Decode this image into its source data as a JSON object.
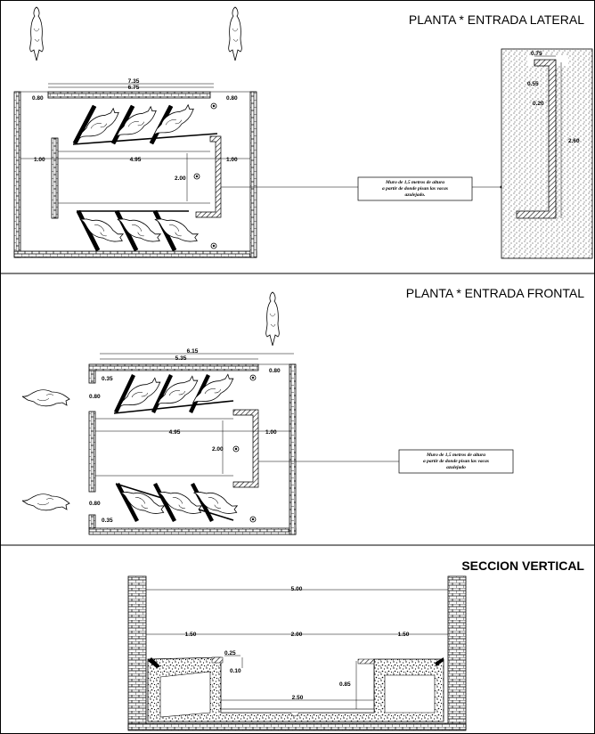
{
  "plan_lateral": {
    "title": "PLANTA * ENTRADA LATERAL",
    "dims": {
      "total_width": "7.35",
      "inner_width": "6.75",
      "left_wall": "0.80",
      "right_wall": "0.80",
      "left_gap": "1.00",
      "corridor_length": "4.95",
      "right_gap": "1.00",
      "corridor_width": "2.00"
    },
    "note": [
      "Muro de 1,5 metros de altura",
      "a partir de donde pisan las vacas",
      "azulejado."
    ],
    "detail": {
      "top": "0.75",
      "inner": "0.55",
      "thickness": "0.20",
      "height": "2.60"
    }
  },
  "plan_frontal": {
    "title": "PLANTA * ENTRADA FRONTAL",
    "dims": {
      "total_width": "6.15",
      "inner_width": "5.35",
      "right_wall": "0.80",
      "top_left": "0.35",
      "upper_left": "0.80",
      "corridor_length": "4.95",
      "corridor_width": "2.00",
      "right_gap": "1.00",
      "lower_left": "0.80",
      "bottom_left": "0.35"
    },
    "note": [
      "Muro de 1,5 metros de altura",
      "a partir de donde pisan las vacas",
      "azulejado"
    ]
  },
  "section": {
    "title": "SECCION VERTICAL",
    "dims": {
      "total": "5.00",
      "left": "1.50",
      "middle": "2.00",
      "right": "1.50",
      "step_w": "0.25",
      "step_h": "0.10",
      "depth": "0.85",
      "bottom": "2.50"
    }
  }
}
